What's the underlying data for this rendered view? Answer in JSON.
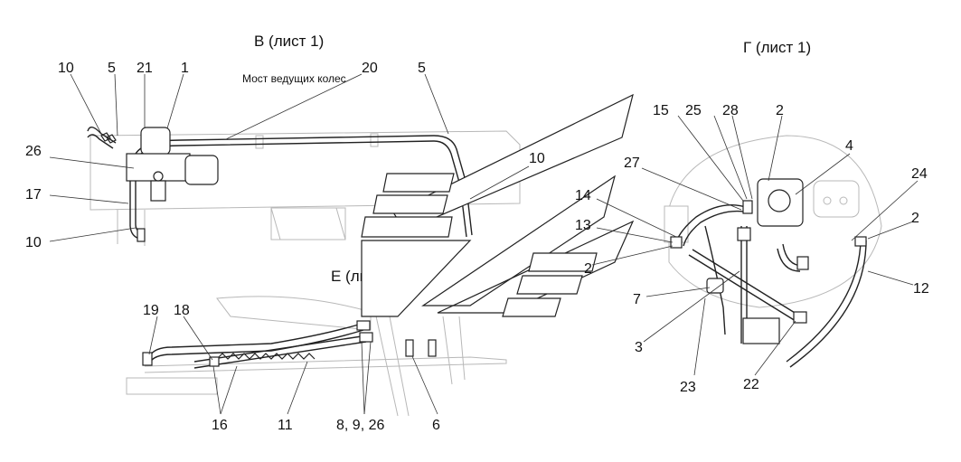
{
  "views": {
    "v": "В (лист 1)",
    "g": "Г (лист 1)",
    "e": "Е (лист 1)"
  },
  "note": "Мост ведущих колес",
  "callouts": {
    "c10a": "10",
    "c5a": "5",
    "c21": "21",
    "c1": "1",
    "c20": "20",
    "c5b": "5",
    "c26": "26",
    "c17": "17",
    "c10b": "10",
    "c10c": "10",
    "c15": "15",
    "c25": "25",
    "c28": "28",
    "c2a": "2",
    "c4": "4",
    "c27": "27",
    "c24": "24",
    "c14": "14",
    "c2b": "2",
    "c13": "13",
    "c2c": "2",
    "c12": "12",
    "c7": "7",
    "c3": "3",
    "c23": "23",
    "c22": "22",
    "c19": "19",
    "c18": "18",
    "c16": "16",
    "c11": "11",
    "c8926": "8, 9, 26",
    "c6": "6"
  }
}
